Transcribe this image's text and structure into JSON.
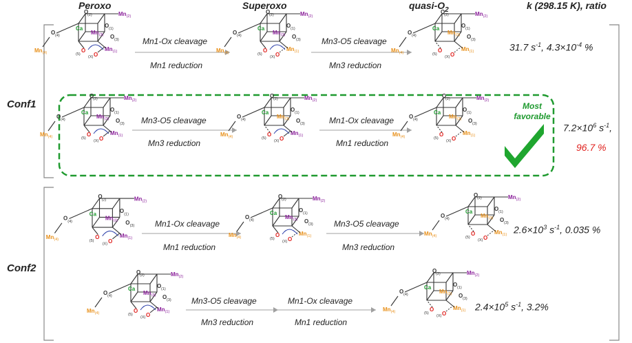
{
  "headers": {
    "peroxo": "Peroxo",
    "superoxo": "Superoxo",
    "quasi_base": "quasi-O",
    "quasi_sub": "2",
    "rate_header": "k (298.15 K), ratio"
  },
  "conf1_label": "Conf1",
  "conf2_label": "Conf2",
  "steps": {
    "mn1_ox": "Mn1-Ox cleavage",
    "mn1_red": "Mn1 reduction",
    "mn3_o5": "Mn3-O5 cleavage",
    "mn3_red": "Mn3 reduction"
  },
  "rates": {
    "r1": {
      "val": "31.7 s",
      "exp": "-1",
      "ratio_pre": ", 4.3×10",
      "ratio_exp": "-4",
      "ratio_post": " %"
    },
    "r2": {
      "val": "7.2×10",
      "exp": "6",
      "unit": " s",
      "unit_exp": "-1",
      "tail": ",",
      "ratio": "96.7 %"
    },
    "r3": {
      "val": "2.6×10",
      "exp": "3",
      "unit": " s",
      "unit_exp": "-1",
      "ratio": ", 0.035 %"
    },
    "r4": {
      "val": "2.4×10",
      "exp": "5",
      "unit": " s",
      "unit_exp": "-1",
      "ratio": ", 3.2%"
    }
  },
  "favorable": {
    "line1": "Most",
    "line2": "favorable"
  },
  "atom_labels": {
    "o1": "O(1)",
    "o2": "O(2)",
    "o3": "O(3)",
    "o4": "O(4)",
    "o5": "O(5)",
    "ox": "(X)O",
    "mn1": "Mn(1)",
    "mn2": "Mn(2)",
    "mn3": "Mn(3)",
    "mn4": "Mn(4)",
    "ca": "Ca"
  },
  "colors": {
    "mn_purple": "#8a1f9a",
    "mn_orange": "#e8901a",
    "calcium": "#1f9a2f",
    "oxygen_red": "#e0221f",
    "highlight_green": "#1f9a2f",
    "arrow_gray": "#a0a0a0",
    "ratio_red": "#e0221f"
  }
}
